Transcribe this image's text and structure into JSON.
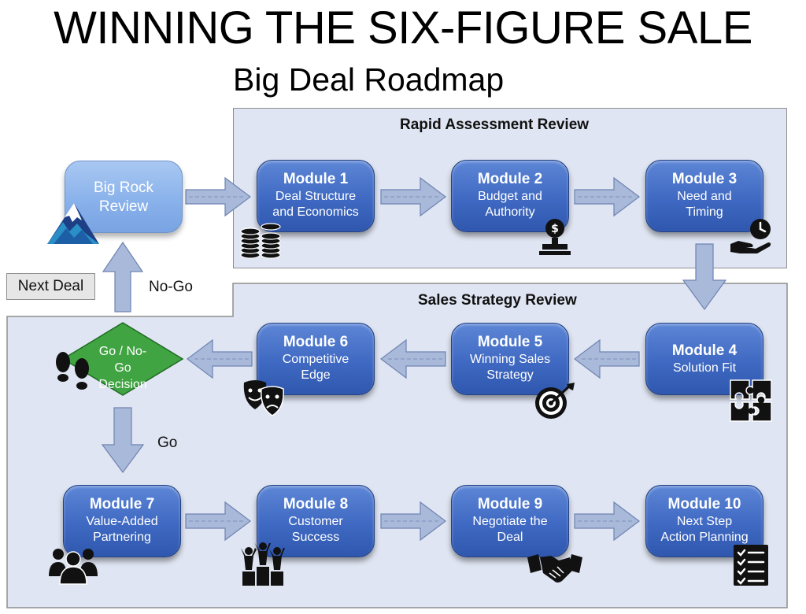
{
  "title": "WINNING THE SIX-FIGURE SALE",
  "subtitle": "Big Deal Roadmap",
  "panels": {
    "rapid": "Rapid Assessment Review",
    "strategy": "Sales Strategy Review"
  },
  "big_rock": "Big Rock\nReview",
  "decision": "Go / No-\nGo\nDecision",
  "labels": {
    "nogo": "No-Go",
    "go": "Go",
    "next_deal": "Next Deal"
  },
  "modules": [
    {
      "name": "Module 1",
      "desc": "Deal Structure\nand Economics",
      "icon": "coins-icon"
    },
    {
      "name": "Module 2",
      "desc": "Budget and\nAuthority",
      "icon": "money-stamp-icon"
    },
    {
      "name": "Module 3",
      "desc": "Need and\nTiming",
      "icon": "hand-clock-icon"
    },
    {
      "name": "Module 4",
      "desc": "Solution Fit",
      "icon": "puzzle-icon"
    },
    {
      "name": "Module 5",
      "desc": "Winning Sales\nStrategy",
      "icon": "target-icon"
    },
    {
      "name": "Module 6",
      "desc": "Competitive\nEdge",
      "icon": "theater-masks-icon"
    },
    {
      "name": "Module 7",
      "desc": "Value-Added\nPartnering",
      "icon": "people-group-icon"
    },
    {
      "name": "Module 8",
      "desc": "Customer\nSuccess",
      "icon": "podium-icon"
    },
    {
      "name": "Module 9",
      "desc": "Negotiate the\nDeal",
      "icon": "handshake-icon"
    },
    {
      "name": "Module 10",
      "desc": "Next Step\nAction Planning",
      "icon": "checklist-icon"
    }
  ],
  "colors": {
    "module_blue": "#3f69c2",
    "big_rock_blue": "#87b0ea",
    "panel_bg": "#dfe5f2",
    "arrow_fill": "#a9b9da",
    "decision_green": "#3f9d3f"
  }
}
